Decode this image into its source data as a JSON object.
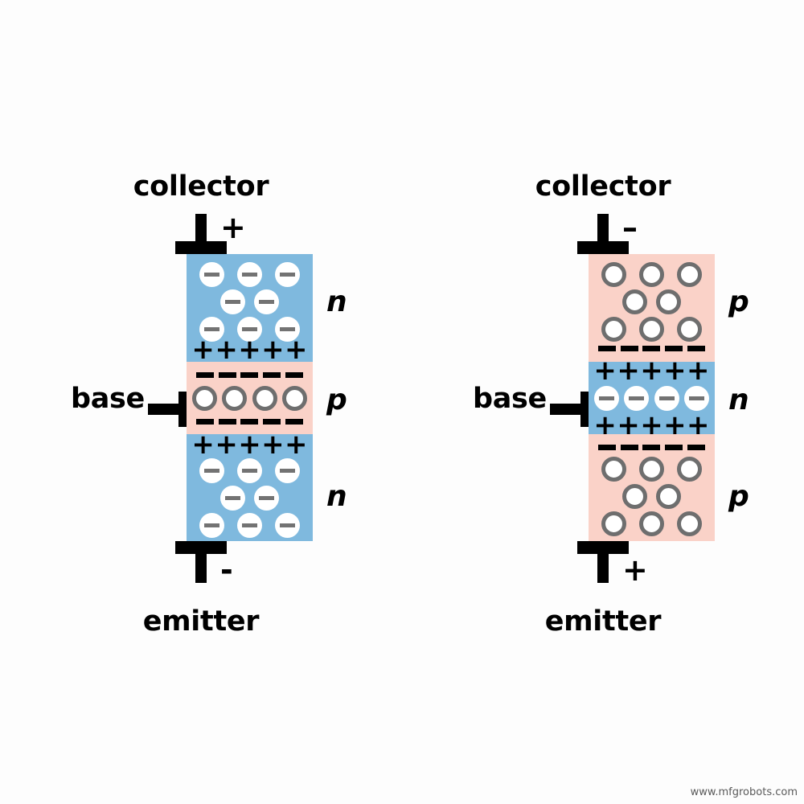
{
  "figure": {
    "watermark": "www.mfgrobots.com",
    "background_color": "#fdfdfd",
    "n_type_color": "#7fb9de",
    "p_type_color": "#fad2c8",
    "electron_marker_color": "#737373",
    "hole_ring_color": "#6e6e6e"
  },
  "transistors": [
    {
      "name": "npn-transistor",
      "collector": {
        "label": "collector",
        "polarity": "+",
        "type_letter": "n",
        "region_color": "#7fb9de",
        "carrier": "electron",
        "carrier_rows": [
          3,
          2,
          3
        ],
        "bottom_charge": "+",
        "bottom_charge_count": 5
      },
      "base": {
        "label": "base",
        "type_letter": "p",
        "region_color": "#fad2c8",
        "carrier": "hole",
        "carrier_rows": [
          4
        ],
        "top_charge": "-",
        "top_charge_count": 5,
        "bottom_charge": "-",
        "bottom_charge_count": 5
      },
      "emitter": {
        "label": "emitter",
        "polarity": "-",
        "type_letter": "n",
        "region_color": "#7fb9de",
        "carrier": "electron",
        "carrier_rows": [
          3,
          2,
          3
        ],
        "top_charge": "+",
        "top_charge_count": 5
      }
    },
    {
      "name": "pnp-transistor",
      "collector": {
        "label": "collector",
        "polarity": "–",
        "type_letter": "p",
        "region_color": "#fad2c8",
        "carrier": "hole",
        "carrier_rows": [
          3,
          2,
          3
        ],
        "bottom_charge": "-",
        "bottom_charge_count": 5
      },
      "base": {
        "label": "base",
        "type_letter": "n",
        "region_color": "#7fb9de",
        "carrier": "electron",
        "carrier_rows": [
          4
        ],
        "top_charge": "+",
        "top_charge_count": 5,
        "bottom_charge": "+",
        "bottom_charge_count": 5
      },
      "emitter": {
        "label": "emitter",
        "polarity": "+",
        "type_letter": "p",
        "region_color": "#fad2c8",
        "carrier": "hole",
        "carrier_rows": [
          3,
          2,
          3
        ],
        "top_charge": "-",
        "top_charge_count": 5
      }
    }
  ]
}
